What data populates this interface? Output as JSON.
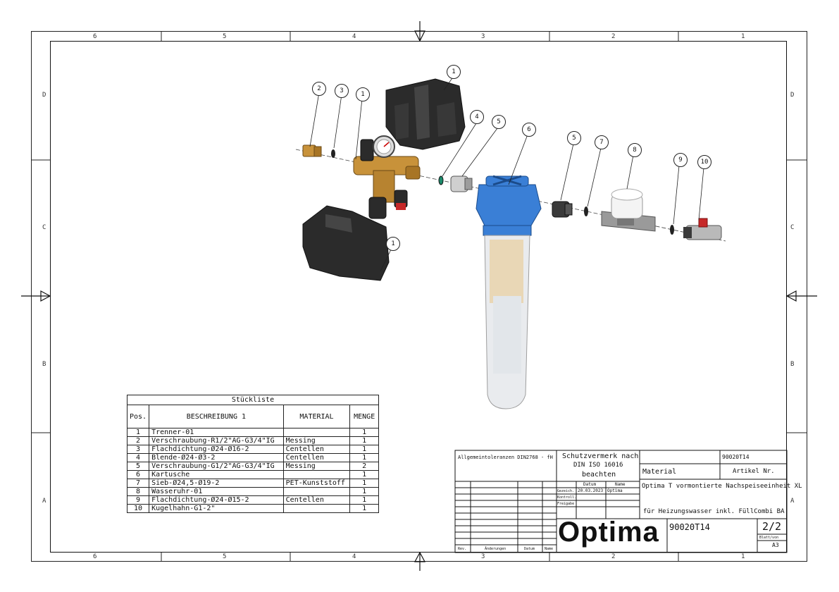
{
  "zones": {
    "columns": [
      "6",
      "5",
      "4",
      "3",
      "2",
      "1"
    ],
    "rows": [
      "D",
      "C",
      "B",
      "A"
    ]
  },
  "bom": {
    "title": "Stückliste",
    "headers": [
      "Pos.",
      "BESCHREIBUNG 1",
      "MATERIAL",
      "MENGE"
    ],
    "rows": [
      [
        "1",
        "Trenner-01",
        "",
        "1"
      ],
      [
        "2",
        "Verschraubung-R1/2\"AG-G3/4\"IG",
        "Messing",
        "1"
      ],
      [
        "3",
        "Flachdichtung-Ø24-Ø16-2",
        "Centellen",
        "1"
      ],
      [
        "4",
        "Blende-Ø24-Ø3-2",
        "Centellen",
        "1"
      ],
      [
        "5",
        "Verschraubung-G1/2\"AG-G3/4\"IG",
        "Messing",
        "2"
      ],
      [
        "6",
        "Kartusche",
        "",
        "1"
      ],
      [
        "7",
        "Sieb-Ø24,5-Ø19-2",
        "PET-Kunststoff",
        "1"
      ],
      [
        "8",
        "Wasseruhr-01",
        "",
        "1"
      ],
      [
        "9",
        "Flachdichtung-Ø24-Ø15-2",
        "Centellen",
        "1"
      ],
      [
        "10",
        "Kugelhahn-G1-2\"",
        "",
        "1"
      ]
    ]
  },
  "title_block": {
    "tolerances": "Allgemeintoleranzen DIN2768 - fH",
    "protection_1": "Schutzvermerk nach",
    "protection_2": "DIN ISO 16016",
    "protection_3": "beachten",
    "material_label": "Material",
    "article_label": "Artikel Nr.",
    "article_no_top": "90020T14",
    "date_header": "Datum",
    "name_header": "Name",
    "row_drawn": "Gezeich.",
    "drawn_date": "20.03.2023",
    "drawn_name": "Optima",
    "row_checked": "Kontroll.",
    "row_approved": "Freigabe",
    "description_1": "Optima T vormontierte Nachspeiseeinheit XL",
    "description_2": "für Heizungswasser inkl. FüllCombi BA",
    "logo": "Optima",
    "drawing_no": "90020T14",
    "sheet": "2/2",
    "sheet_label": "Blatt/von",
    "format": "A3",
    "rev_label": "Rev.",
    "change_label": "Änderungen",
    "change_date_label": "Datum",
    "change_name_label": "Name"
  },
  "balloons": [
    "1",
    "2",
    "3",
    "1",
    "4",
    "5",
    "6",
    "5",
    "7",
    "8",
    "9",
    "10",
    "1"
  ],
  "colors": {
    "filter_blue": "#3a7fd6",
    "brass": "#c8923a",
    "trenner_black": "#222222"
  }
}
